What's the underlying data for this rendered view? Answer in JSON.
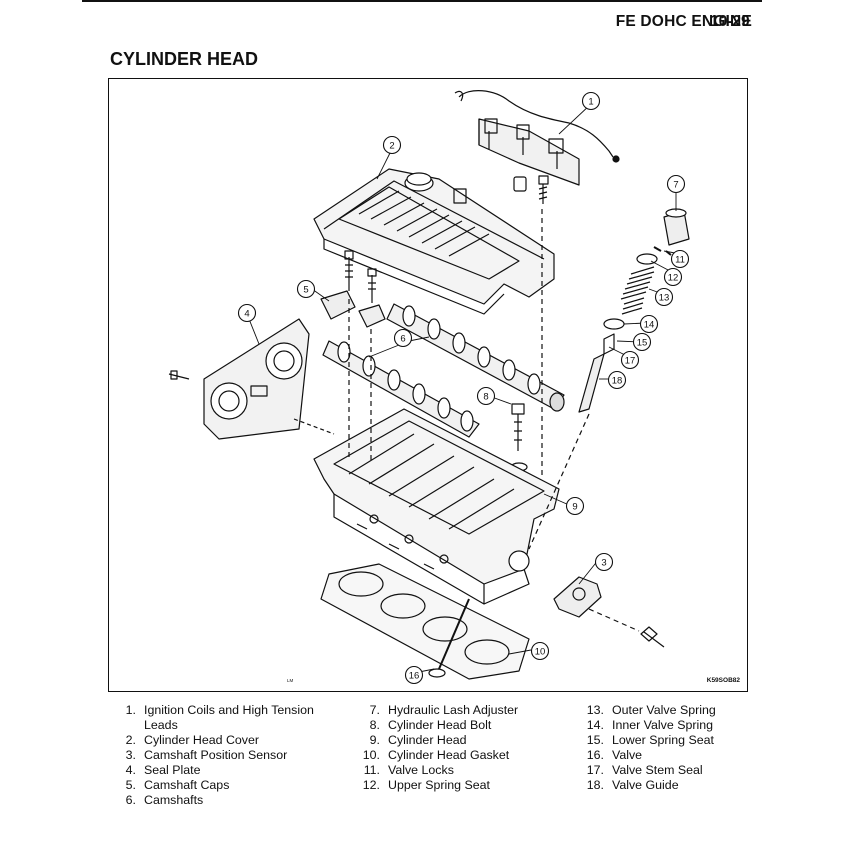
{
  "header": {
    "title": "FE DOHC ENGINE",
    "page": "10-29"
  },
  "section_title": "CYLINDER HEAD",
  "figure": {
    "code": "K59SOB82",
    "tiny_mark": "LM"
  },
  "callouts": [
    "1",
    "2",
    "3",
    "4",
    "5",
    "6",
    "7",
    "8",
    "9",
    "10",
    "11",
    "12",
    "13",
    "14",
    "15",
    "16",
    "17",
    "18"
  ],
  "legend": {
    "col1": [
      {
        "num": "1.",
        "text": "Ignition Coils and High Tension Leads"
      },
      {
        "num": "2.",
        "text": "Cylinder Head Cover"
      },
      {
        "num": "3.",
        "text": "Camshaft Position Sensor"
      },
      {
        "num": "4.",
        "text": "Seal Plate"
      },
      {
        "num": "5.",
        "text": "Camshaft Caps"
      },
      {
        "num": "6.",
        "text": "Camshafts"
      }
    ],
    "col2": [
      {
        "num": "7.",
        "text": "Hydraulic Lash Adjuster"
      },
      {
        "num": "8.",
        "text": "Cylinder Head Bolt"
      },
      {
        "num": "9.",
        "text": "Cylinder Head"
      },
      {
        "num": "10.",
        "text": "Cylinder Head Gasket"
      },
      {
        "num": "11.",
        "text": "Valve Locks"
      },
      {
        "num": "12.",
        "text": "Upper Spring Seat"
      }
    ],
    "col3": [
      {
        "num": "13.",
        "text": "Outer Valve Spring"
      },
      {
        "num": "14.",
        "text": "Inner Valve Spring"
      },
      {
        "num": "15.",
        "text": "Lower Spring Seat"
      },
      {
        "num": "16.",
        "text": "Valve"
      },
      {
        "num": "17.",
        "text": "Valve Stem Seal"
      },
      {
        "num": "18.",
        "text": "Valve Guide"
      }
    ]
  }
}
